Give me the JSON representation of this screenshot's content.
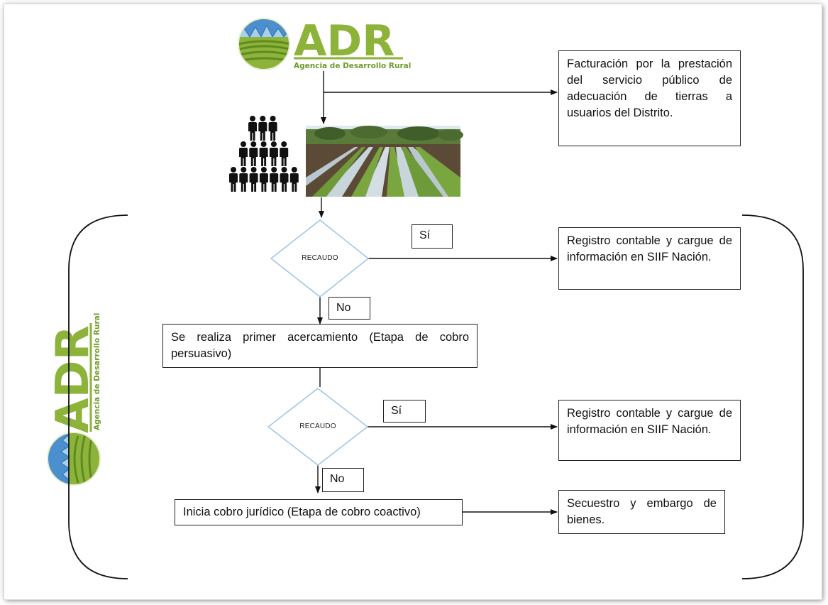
{
  "logo": {
    "name": "ADR",
    "subtitle": "Agencia de Desarrollo Rural"
  },
  "nodes": {
    "billing": "Facturación por la prestación del servicio público de adecuación de tierras a usuarios del Distrito.",
    "decision1": "RECAUDO",
    "decision2": "RECAUDO",
    "register1": "Registro contable y cargue de información en SIIF Nación.",
    "register2": "Registro contable y cargue de información en SIIF Nación.",
    "persuasive": "Se realiza primer acercamiento (Etapa de cobro persuasivo)",
    "coercive": "Inicia cobro jurídico (Etapa de cobro coactivo)",
    "seizure": "Secuestro y embargo de bienes."
  },
  "edge_labels": {
    "yes1": "Sí",
    "no1": "No",
    "yes2": "Sí",
    "no2": "No"
  },
  "colors": {
    "brand_green": "#8db33a",
    "diamond_stroke": "#9dc3e6",
    "sky_blue": "#4b8fcf"
  }
}
